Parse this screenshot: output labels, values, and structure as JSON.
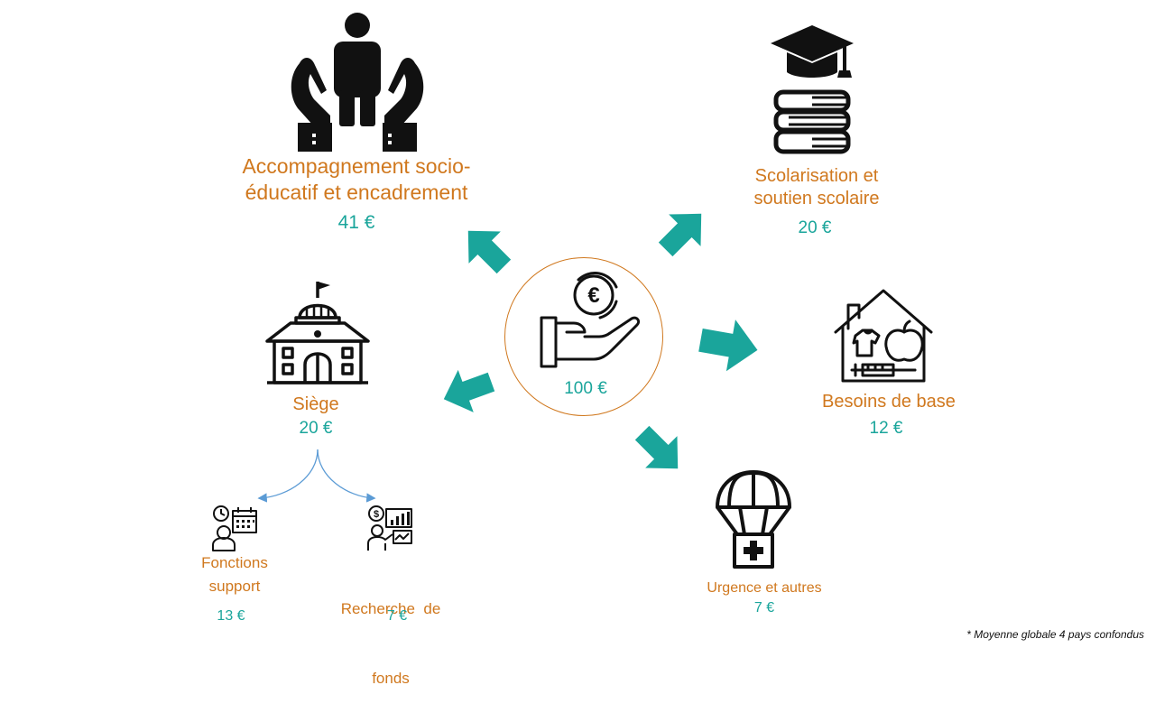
{
  "center": {
    "value": "100 €",
    "icon": "hand-euro-coin-icon"
  },
  "nodes": {
    "accompagnement": {
      "label_line1": "Accompagnement socio-",
      "label_line2": "éducatif et encadrement",
      "value": "41 €",
      "icon": "hands-protecting-person-icon"
    },
    "scolarisation": {
      "label_line1": "Scolarisation et",
      "label_line2": "soutien scolaire",
      "value": "20 €",
      "icon": "graduation-cap-books-icon"
    },
    "besoins": {
      "label": "Besoins de base",
      "value": "12 €",
      "icon": "house-clothes-apple-syringe-icon"
    },
    "urgence": {
      "label": "Urgence et autres",
      "value": "7 €",
      "icon": "parachute-aid-box-icon"
    },
    "siege": {
      "label": "Siège",
      "value": "20 €",
      "icon": "headquarters-building-icon"
    },
    "fonctions": {
      "label_line1": "Fonctions",
      "label_line2": "support",
      "value": "13 €",
      "icon": "person-clock-calendar-icon"
    },
    "recherche": {
      "label_line1": "Recherche  de",
      "label_line2": "fonds",
      "value": "7 €",
      "icon": "presenter-dollar-chart-icon"
    }
  },
  "colors": {
    "label": "#d0781e",
    "value": "#1aa59b",
    "arrow": "#1aa59b",
    "connector": "#5b9bd5"
  },
  "footnote": "* Moyenne globale 4 pays confondus"
}
